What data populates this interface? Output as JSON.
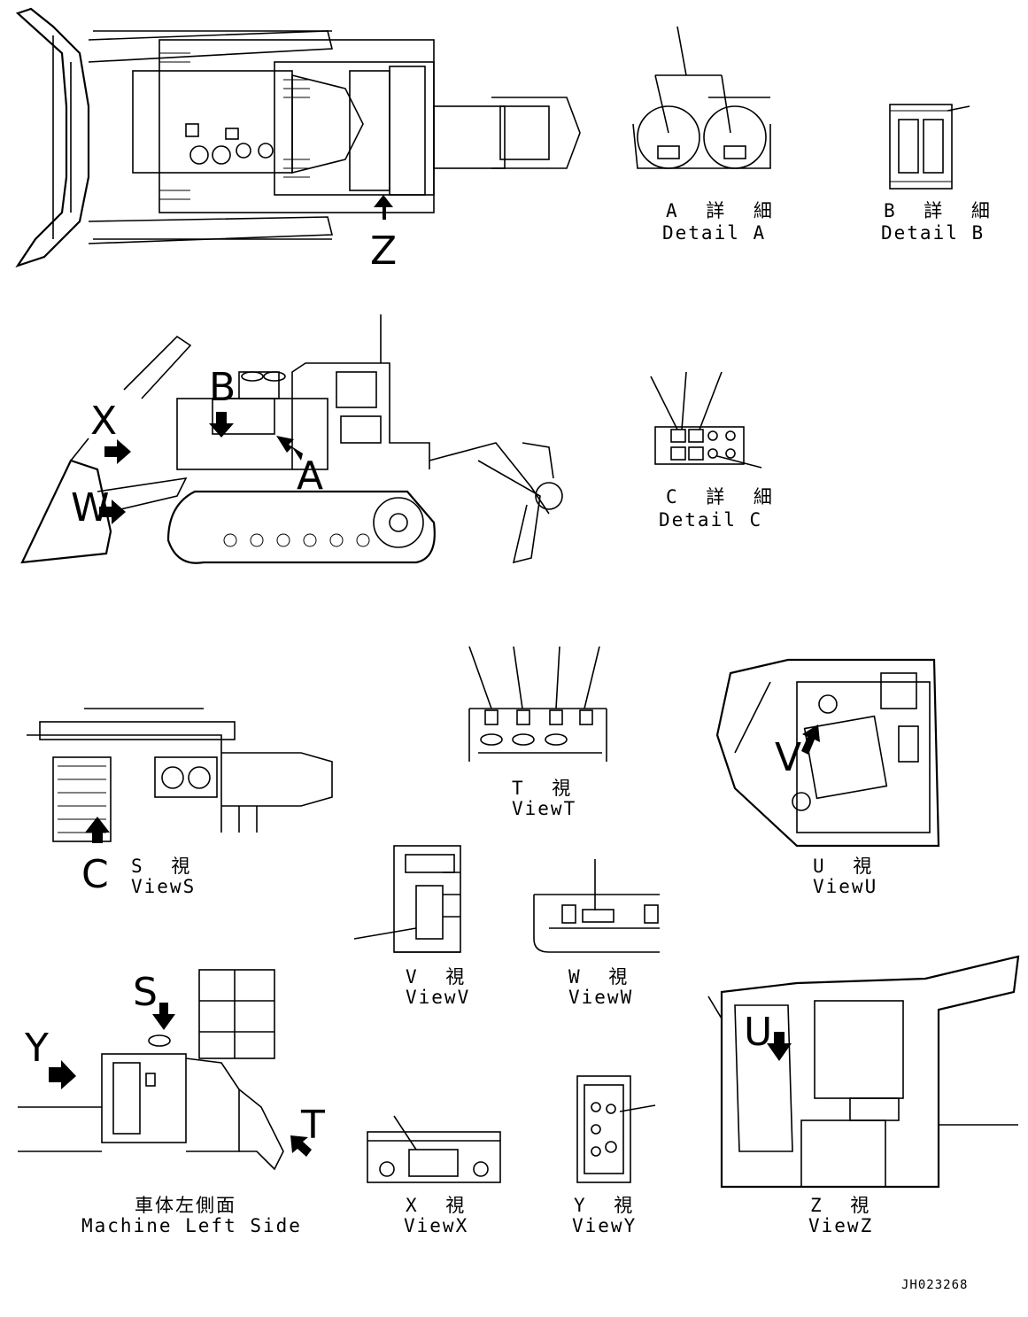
{
  "views": {
    "detail_a": {
      "jp": "A 詳 細",
      "en": "Detail A"
    },
    "detail_b": {
      "jp": "B 詳 細",
      "en": "Detail B"
    },
    "detail_c": {
      "jp": "C 詳 細",
      "en": "Detail C"
    },
    "view_s": {
      "jp": "S 視",
      "en": "ViewS"
    },
    "view_t": {
      "jp": "T 視",
      "en": "ViewT"
    },
    "view_u": {
      "jp": "U 視",
      "en": "ViewU"
    },
    "view_v": {
      "jp": "V 視",
      "en": "ViewV"
    },
    "view_w": {
      "jp": "W 視",
      "en": "ViewW"
    },
    "view_x": {
      "jp": "X 視",
      "en": "ViewX"
    },
    "view_y": {
      "jp": "Y 視",
      "en": "ViewY"
    },
    "view_z": {
      "jp": "Z 視",
      "en": "ViewZ"
    },
    "machine_left_side": {
      "jp": "車体左側面",
      "en": "Machine Left Side"
    }
  },
  "callouts": {
    "z": "Z",
    "b": "B",
    "x": "X",
    "a": "A",
    "w": "W",
    "c": "C",
    "v": "V",
    "s": "S",
    "y": "Y",
    "t": "T",
    "u": "U"
  },
  "document_number": "JH023268"
}
